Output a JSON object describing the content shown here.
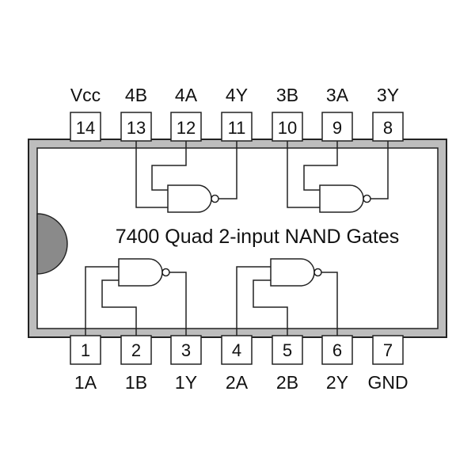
{
  "chip": {
    "title": "7400 Quad 2-input NAND Gates",
    "body_fill": "#bdbdbd",
    "inner_fill": "#ffffff",
    "notch_fill": "#8a8a8a",
    "outline_color": "#222222"
  },
  "top_pins": [
    {
      "num": "14",
      "label": "Vcc"
    },
    {
      "num": "13",
      "label": "4B"
    },
    {
      "num": "12",
      "label": "4A"
    },
    {
      "num": "11",
      "label": "4Y"
    },
    {
      "num": "10",
      "label": "3B"
    },
    {
      "num": "9",
      "label": "3A"
    },
    {
      "num": "8",
      "label": "3Y"
    }
  ],
  "bottom_pins": [
    {
      "num": "1",
      "label": "1A"
    },
    {
      "num": "2",
      "label": "1B"
    },
    {
      "num": "3",
      "label": "1Y"
    },
    {
      "num": "4",
      "label": "2A"
    },
    {
      "num": "5",
      "label": "2B"
    },
    {
      "num": "6",
      "label": "2Y"
    },
    {
      "num": "7",
      "label": "GND"
    }
  ]
}
